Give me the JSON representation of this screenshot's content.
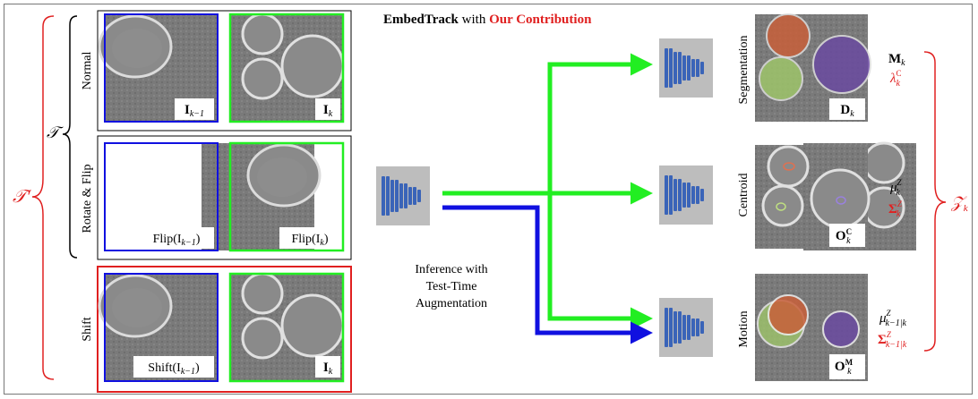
{
  "title": {
    "part1": "EmbedTrack",
    "part2": " with ",
    "part3": "Our Contribution"
  },
  "sets": {
    "outer": "𝒯′",
    "inner": "𝒯",
    "right": "𝒵"
  },
  "rows": [
    {
      "label": "Normal",
      "left": "I",
      "left_sub": "k−1",
      "right": "I",
      "right_sub": "k"
    },
    {
      "label": "Rotate & Flip",
      "left": "Flip(I",
      "left_sub": "k−1",
      "left_close": ")",
      "right": "Flip(I",
      "right_sub": "k",
      "right_close": ")"
    },
    {
      "label": "Shift",
      "left": "Shift(I",
      "left_sub": "k−1",
      "left_close": ")",
      "right": "I",
      "right_sub": "k"
    }
  ],
  "inference": [
    "Inference with",
    "Test-Time",
    "Augmentation"
  ],
  "outputs": [
    {
      "label": "Segmentation",
      "badge": "D",
      "badge_sub": "k",
      "ann1": "M",
      "ann1_sub": "k",
      "ann2": "λ",
      "ann2_sup": "C",
      "ann2_sub": "k"
    },
    {
      "label": "Centroid",
      "badge": "O",
      "badge_sup": "C",
      "badge_sub": "k",
      "ann1": "μ",
      "ann1_sup": "Z",
      "ann1_sub": "k",
      "ann2": "Σ",
      "ann2_sup": "Z",
      "ann2_sub": "k"
    },
    {
      "label": "Motion",
      "badge": "O",
      "badge_sup": "M",
      "badge_sub": "k",
      "ann1": "μ",
      "ann1_sup": "Z",
      "ann1_sub": "k−1|k",
      "ann2": "Σ",
      "ann2_sup": "Z",
      "ann2_sub": "k−1|k"
    }
  ],
  "colors": {
    "red": "#e02020",
    "green": "#22ee22",
    "blue": "#1010e0",
    "net": "#3a64b8",
    "netbg": "#bdbdbd",
    "cellbg": "#777777",
    "seg_orange": "#c8603a",
    "seg_green": "#9ec46a",
    "seg_purple": "#6a4aa0"
  }
}
